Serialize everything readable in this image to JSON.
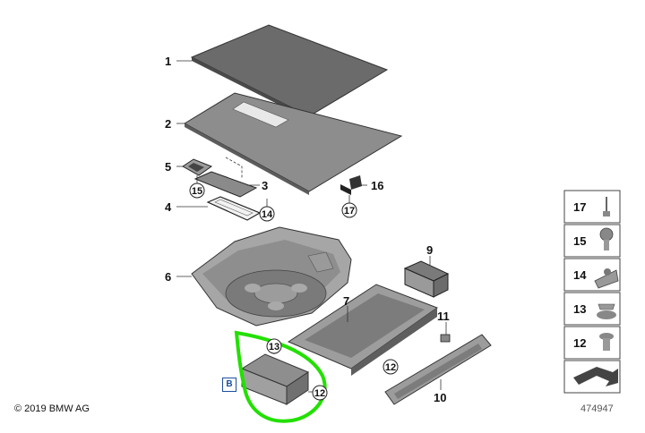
{
  "copyright": "© 2019 BMW AG",
  "diagram_code": "474947",
  "badge_letter": "B",
  "callouts": {
    "c1": "1",
    "c2": "2",
    "c3": "3",
    "c4": "4",
    "c5": "5",
    "c6": "6",
    "c7": "7",
    "c9": "9",
    "c10": "10",
    "c11": "11",
    "c16": "16",
    "c15": "15",
    "c14": "14",
    "c17": "17",
    "c12a": "12",
    "c13": "13",
    "c12b": "12"
  },
  "legend": [
    {
      "label": "17",
      "icon": "rivet-icon"
    },
    {
      "label": "15",
      "icon": "screw-icon"
    },
    {
      "label": "14",
      "icon": "clip-nut-icon"
    },
    {
      "label": "13",
      "icon": "flange-nut-icon"
    },
    {
      "label": "12",
      "icon": "expanding-rivet-icon"
    },
    {
      "label": "",
      "icon": "arrow-icon"
    }
  ],
  "colors": {
    "panel_dark": "#6e6e6e",
    "panel_mid": "#8a8a8a",
    "panel_light": "#a9a9a9",
    "highlight": "#22e000",
    "badge": "#1b4f9c"
  }
}
